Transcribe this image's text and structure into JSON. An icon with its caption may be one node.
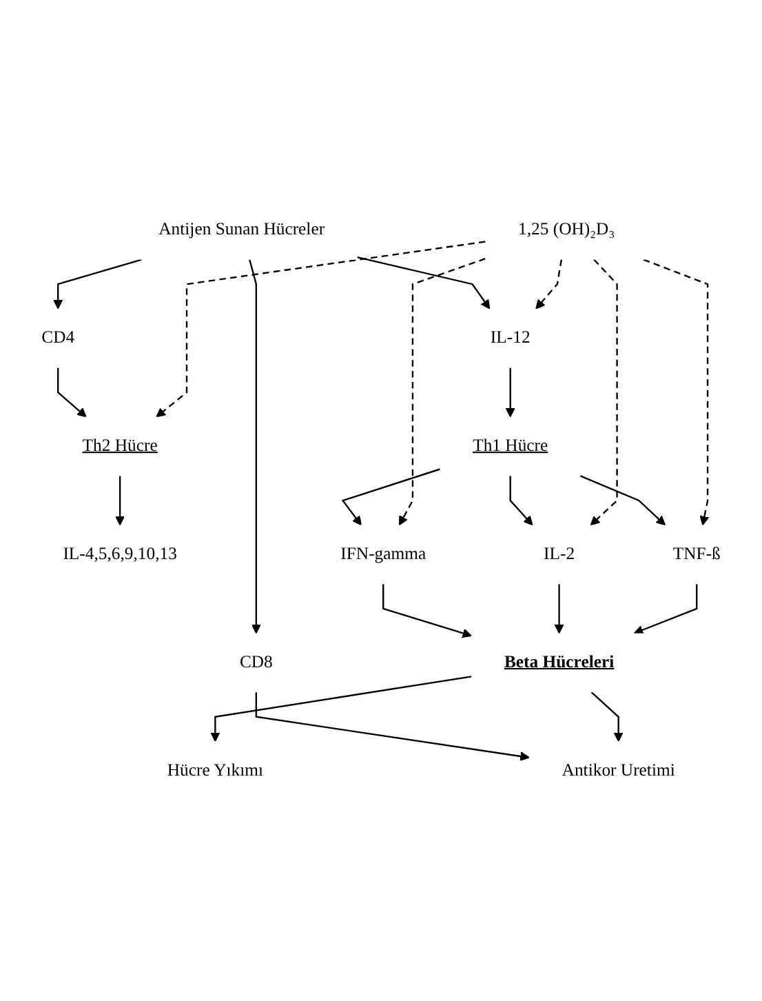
{
  "diagram": {
    "nodes": [
      {
        "text": [
          "Antijen Sunan Hücreler"
        ]
      },
      {
        "text": [
          "IL-12"
        ]
      },
      {
        "text": [
          "CD4"
        ]
      },
      {
        "text": [
          "CD8"
        ]
      },
      {
        "text": [
          "1,25 (OH)₂D₃"
        ]
      },
      {
        "text": [
          "Th1 Hücre"
        ]
      },
      {
        "text": [
          "Th2 Hücre"
        ]
      },
      {
        "text": [
          "IL-4,5,6,9,10,13"
        ]
      },
      {
        "text": [
          "IFN-gamma"
        ]
      },
      {
        "text": [
          "IL-2"
        ]
      },
      {
        "text": [
          "TNF-ß"
        ]
      },
      {
        "text": [
          "Beta Hücreleri"
        ]
      },
      {
        "text": [
          "Hücre Yıkımı"
        ]
      },
      {
        "text": [
          "Antikor Uretimi"
        ]
      }
    ],
    "edges": [
      {
        "from": 0,
        "to": 1,
        "arrow": "to"
      },
      {
        "from": 0,
        "to": 2,
        "arrow": "to"
      },
      {
        "from": 0,
        "to": 3,
        "arrow": "to"
      },
      {
        "from": 4,
        "to": 1,
        "arrow": "to",
        "style": "dashed"
      },
      {
        "from": 1,
        "to": 5,
        "arrow": "to"
      },
      {
        "from": 2,
        "to": 6,
        "arrow": "to"
      },
      {
        "from": 4,
        "to": 6,
        "arrow": "to",
        "style": "dashed"
      },
      {
        "from": 3,
        "to": 13,
        "arrow": "to"
      },
      {
        "from": 6,
        "to": 7,
        "arrow": "to"
      },
      {
        "from": 5,
        "to": 8,
        "arrow": "to"
      },
      {
        "from": 5,
        "to": 9,
        "arrow": "to"
      },
      {
        "from": 5,
        "to": 10,
        "arrow": "to"
      },
      {
        "from": 4,
        "to": 8,
        "arrow": "to",
        "style": "dashed"
      },
      {
        "from": 4,
        "to": 9,
        "arrow": "to",
        "style": "dashed"
      },
      {
        "from": 4,
        "to": 10,
        "arrow": "to",
        "style": "dashed"
      },
      {
        "from": 8,
        "to": 11,
        "arrow": "to"
      },
      {
        "from": 9,
        "to": 11,
        "arrow": "to"
      },
      {
        "from": 10,
        "to": 11,
        "arrow": "to"
      },
      {
        "from": 11,
        "to": 12,
        "arrow": "to"
      },
      {
        "from": 11,
        "to": 13,
        "arrow": "to"
      }
    ]
  }
}
